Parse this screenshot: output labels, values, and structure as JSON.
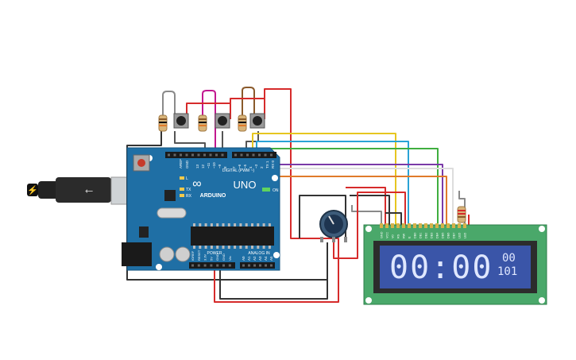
{
  "arduino": {
    "brand": "ARDUINO",
    "model": "UNO",
    "on_label": "ON",
    "tx_label": "TX",
    "rx_label": "RX",
    "l_label": "L",
    "aref_label": "AREF",
    "gnd_label": "GND",
    "digital_label": "DIGITAL (PWM ~)",
    "power_label": "POWER",
    "analog_label": "ANALOG IN",
    "digital_pins": [
      "13",
      "12",
      "~11",
      "~10",
      "~9",
      "8",
      "7",
      "~6",
      "~5",
      "4",
      "~3",
      "2",
      "TX 1",
      "RX 0"
    ],
    "power_pins": [
      "IOREF",
      "RESET",
      "3.3V",
      "5V",
      "GND",
      "GND",
      "Vin"
    ],
    "analog_pins": [
      "A0",
      "A1",
      "A2",
      "A3",
      "A4",
      "A5"
    ]
  },
  "lcd": {
    "big_text": "00:00",
    "small_line1": "00",
    "small_line2": "101",
    "pin_labels": [
      "GND",
      "VCC",
      "V0",
      "RS",
      "RW",
      "E",
      "DB0",
      "DB1",
      "DB2",
      "DB3",
      "DB4",
      "DB5",
      "DB6",
      "DB7",
      "LED",
      "LED"
    ]
  },
  "colors": {
    "board": "#1f6fa5",
    "lcd_pcb": "#4aa86a",
    "lcd_screen": "#3a55a8",
    "wire_red": "#d62b2b",
    "wire_black": "#333333",
    "wire_yellow": "#e6c620",
    "wire_blue": "#2aa3d6",
    "wire_green": "#3fae3f",
    "wire_purple": "#7a3aa8",
    "wire_orange": "#e07b2a",
    "wire_gray": "#8a8a8a",
    "wire_magenta": "#c2188f",
    "wire_brown": "#8a5a2b",
    "wire_white": "#dddddd"
  }
}
